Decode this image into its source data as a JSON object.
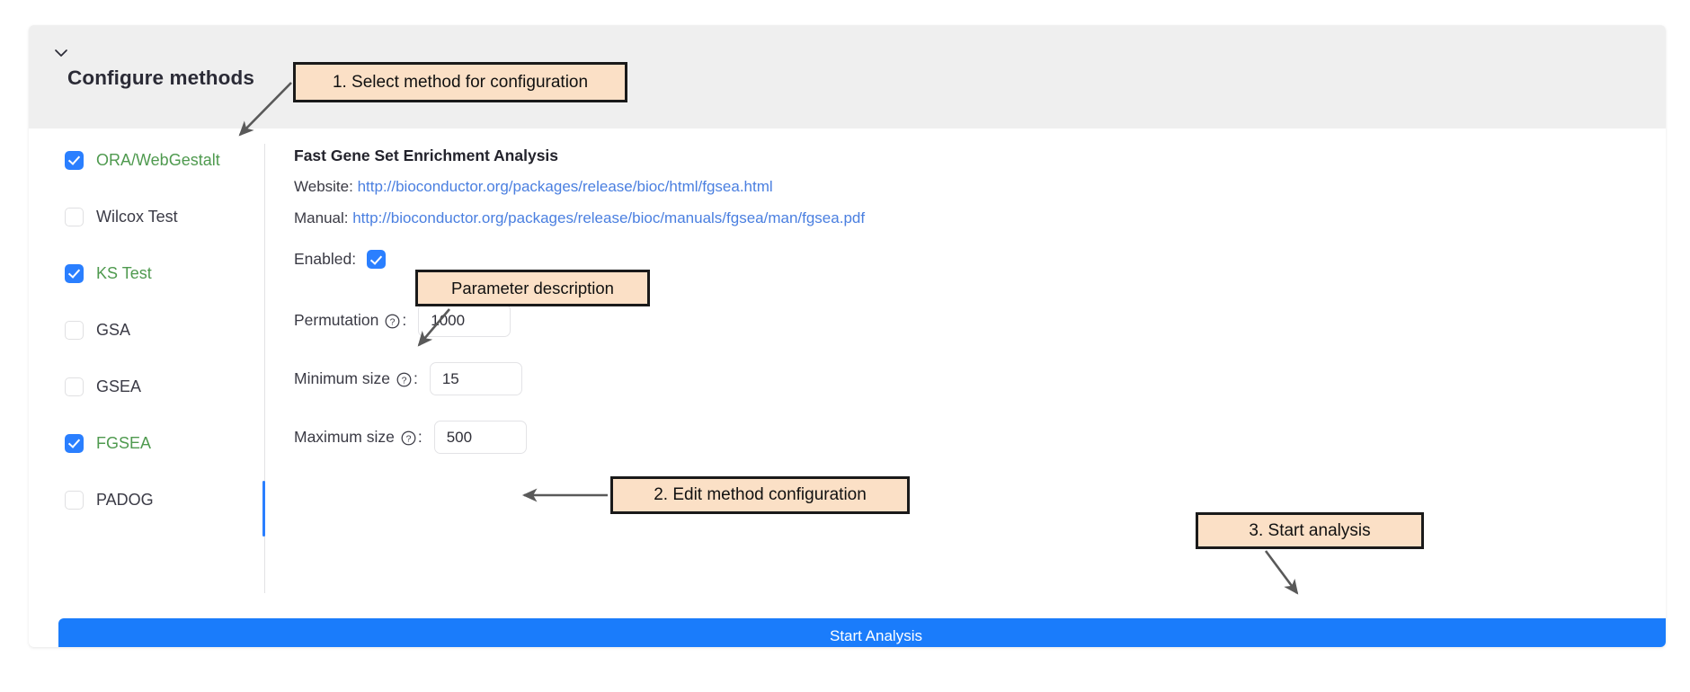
{
  "panel": {
    "title": "Configure methods",
    "collapse_icon": "chevron-down-icon"
  },
  "methods": [
    {
      "label": "ORA/WebGestalt",
      "checked": true,
      "selected": false
    },
    {
      "label": "Wilcox Test",
      "checked": false,
      "selected": false
    },
    {
      "label": "KS Test",
      "checked": true,
      "selected": false
    },
    {
      "label": "GSA",
      "checked": false,
      "selected": false
    },
    {
      "label": "GSEA",
      "checked": false,
      "selected": false
    },
    {
      "label": "FGSEA",
      "checked": true,
      "selected": true
    },
    {
      "label": "PADOG",
      "checked": false,
      "selected": false
    }
  ],
  "detail": {
    "title": "Fast Gene Set Enrichment Analysis",
    "website_label": "Website:",
    "website_url": "http://bioconductor.org/packages/release/bioc/html/fgsea.html",
    "manual_label": "Manual:",
    "manual_url": "http://bioconductor.org/packages/release/bioc/manuals/fgsea/man/fgsea.pdf",
    "enabled_label": "Enabled:",
    "enabled_checked": true,
    "help_icon": "question-circle-icon",
    "parameters": [
      {
        "label": "Permutation",
        "suffix": ":",
        "value": "1000"
      },
      {
        "label": "Minimum size",
        "suffix": ":",
        "value": "15"
      },
      {
        "label": "Maximum size",
        "suffix": ":",
        "value": "500"
      }
    ]
  },
  "footer": {
    "start_button_label": "Start Analysis"
  },
  "annotations": [
    {
      "id": "callout-1",
      "text": "1. Select method for configuration"
    },
    {
      "id": "callout-param",
      "text": "Parameter description"
    },
    {
      "id": "callout-2",
      "text": "2. Edit method configuration"
    },
    {
      "id": "callout-3",
      "text": "3. Start analysis"
    }
  ],
  "colors": {
    "accent_blue": "#2a7fff",
    "button_blue": "#1a7cfb",
    "checked_label_green": "#4f9a4f",
    "link_blue": "#4a7fe0",
    "callout_fill": "#fbe0c6",
    "panel_header_grey": "#efefef"
  }
}
